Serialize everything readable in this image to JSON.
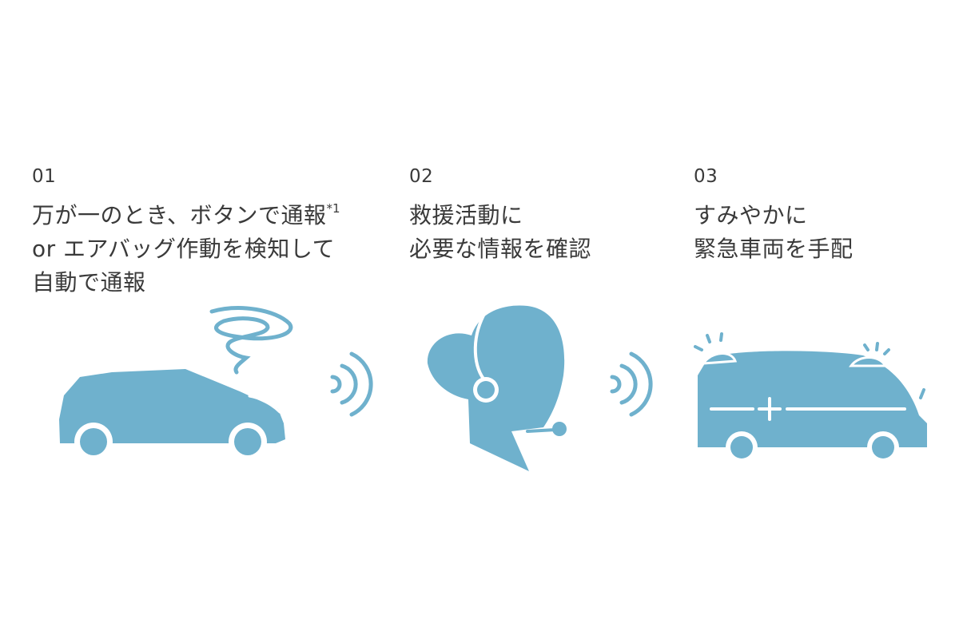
{
  "steps": [
    {
      "number": "01",
      "lines": [
        "万が一のとき、ボタンで通報",
        "or エアバッグ作動を検知して",
        "自動で通報"
      ],
      "note": "*1"
    },
    {
      "number": "02",
      "lines": [
        "救援活動に",
        "必要な情報を確認"
      ]
    },
    {
      "number": "03",
      "lines": [
        "すみやかに",
        "緊急車両を手配"
      ]
    }
  ],
  "icons": {
    "step1": "car-with-alert-icon",
    "step2": "operator-headset-icon",
    "step3": "ambulance-icon",
    "signal": "wireless-signal-icon"
  },
  "colors": {
    "accent": "#6fb1cd",
    "text": "#3a3a3a",
    "background": "#ffffff"
  }
}
